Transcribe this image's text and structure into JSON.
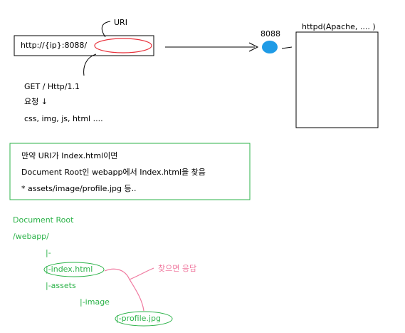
{
  "client": {
    "url_text": "http://{ip}:8088/",
    "uri_label": "URI",
    "request_line": "GET / Http/1.1",
    "request_label": "요청 ↓",
    "resource_types": "css, img, js, html ...."
  },
  "server": {
    "port_label": "8088",
    "name_label": "httpd(Apache, .... )"
  },
  "note": {
    "line1": "만약 URI가 Index.html이면",
    "line2": "Document Root인 webapp에서 Index.html을 찾음",
    "line3": "* assets/image/profile.jpg 등.."
  },
  "tree": {
    "title": "Document Root",
    "root": "/webapp/",
    "branch": "|-",
    "index": "|-index.html",
    "assets": "|-assets",
    "image": "|-image",
    "profile": "|-profile.jpg"
  },
  "annotation": {
    "found_response": "찾으면 응답"
  },
  "colors": {
    "green": "#2db34a",
    "red": "#e8303a",
    "pink": "#f07aa0",
    "blue": "#1f9be6"
  }
}
